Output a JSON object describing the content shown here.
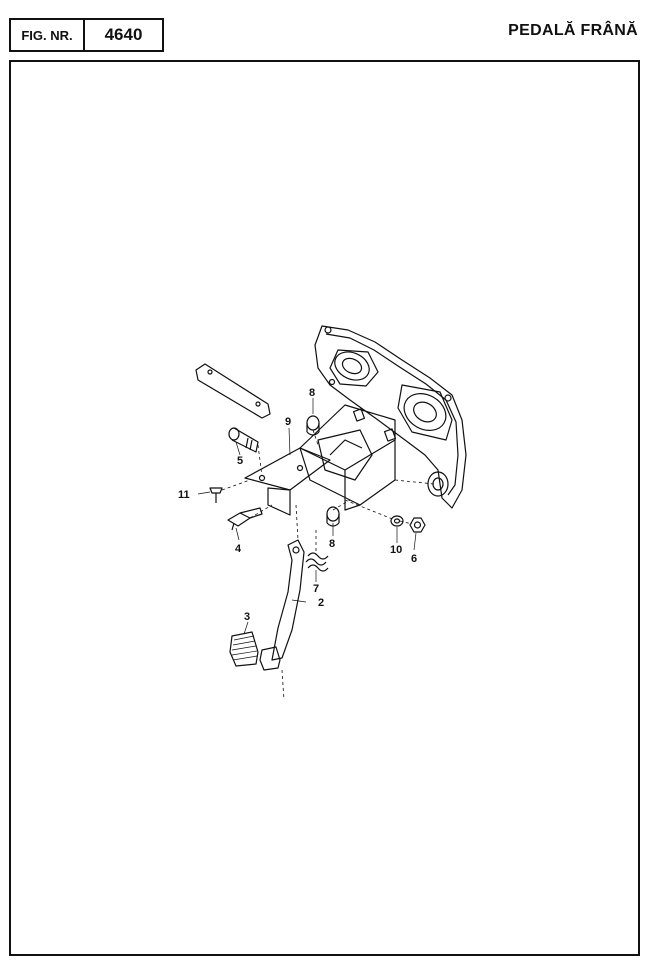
{
  "header": {
    "fig_label": "FIG. NR.",
    "fig_number": "4640",
    "title": "PEDALĂ FRÂNĂ"
  },
  "diagram": {
    "callouts": [
      {
        "id": "c2",
        "label": "2"
      },
      {
        "id": "c3",
        "label": "3"
      },
      {
        "id": "c4",
        "label": "4"
      },
      {
        "id": "c5",
        "label": "5"
      },
      {
        "id": "c6",
        "label": "6"
      },
      {
        "id": "c7",
        "label": "7"
      },
      {
        "id": "c8a",
        "label": "8"
      },
      {
        "id": "c8b",
        "label": "8"
      },
      {
        "id": "c9",
        "label": "9"
      },
      {
        "id": "c10",
        "label": "10"
      },
      {
        "id": "c11",
        "label": "11"
      }
    ]
  }
}
